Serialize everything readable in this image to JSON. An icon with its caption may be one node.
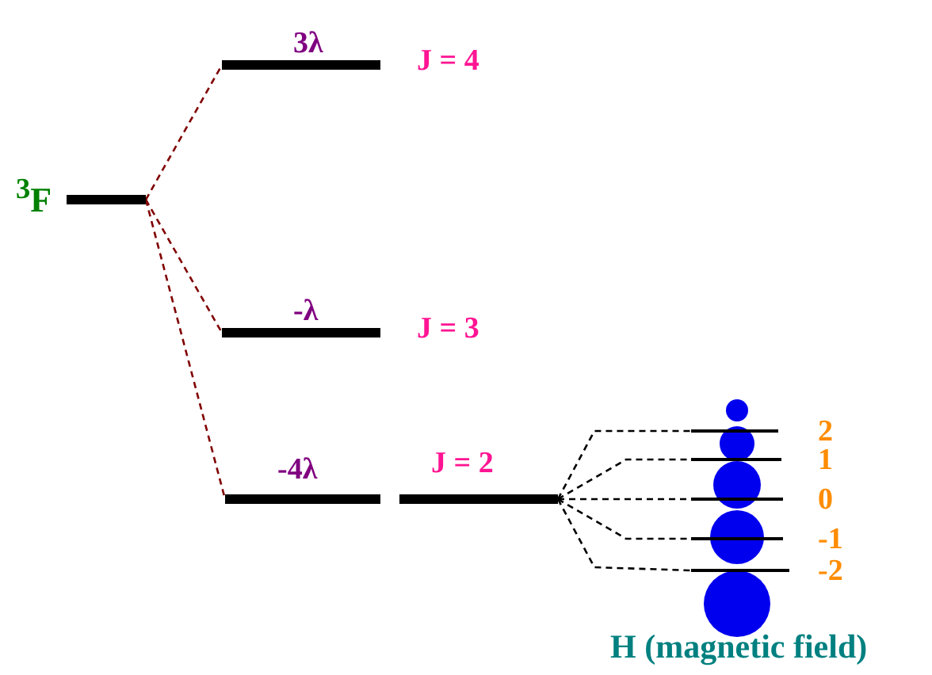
{
  "diagram": {
    "nodes": [
      {
        "text": [
          "$^{3}$F"
        ]
      },
      {
        "text": [
          "3λ"
        ],
        "beside": [
          "J = 4"
        ]
      },
      {
        "text": [
          "-λ"
        ],
        "beside": [
          "J = 3"
        ]
      },
      {
        "text": [
          "-4λ"
        ]
      },
      {
        "text": [
          "J = 2"
        ]
      },
      {
        "text": [
          "2"
        ]
      },
      {
        "text": [
          "1"
        ]
      },
      {
        "text": [
          "0"
        ]
      },
      {
        "text": [
          "-1"
        ]
      },
      {
        "text": [
          "-2"
        ]
      }
    ],
    "edges": [
      {
        "from": 0,
        "to": 1,
        "arrow": "none",
        "style": "dashed",
        "color": "#800000"
      },
      {
        "from": 0,
        "to": 2,
        "arrow": "none",
        "style": "dashed",
        "color": "#800000"
      },
      {
        "from": 0,
        "to": 3,
        "arrow": "none",
        "style": "dashed",
        "color": "#800000"
      },
      {
        "from": 4,
        "to": 5,
        "arrow": "none",
        "style": "dashed"
      },
      {
        "from": 4,
        "to": 6,
        "arrow": "none",
        "style": "dashed"
      },
      {
        "from": 4,
        "to": 7,
        "arrow": "none",
        "style": "dashed"
      },
      {
        "from": 4,
        "to": 8,
        "arrow": "none",
        "style": "dashed"
      },
      {
        "from": 4,
        "to": 9,
        "arrow": "none",
        "style": "dashed"
      }
    ],
    "labels": [
      "H (magnetic field)"
    ]
  }
}
